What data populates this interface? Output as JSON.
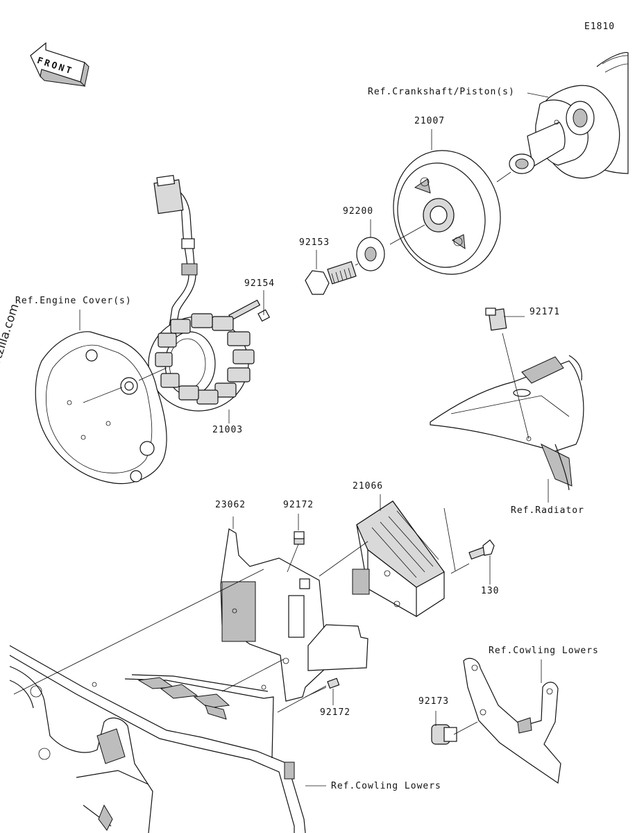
{
  "diagram_code": "E1810",
  "front_label": "FRONT",
  "watermark": "© Partzilla.com",
  "labels": {
    "crankshaft": "Ref.Crankshaft/Piston(s)",
    "p21007": "21007",
    "p92200": "92200",
    "p92153": "92153",
    "p92154": "92154",
    "engine_cover": "Ref.Engine Cover(s)",
    "p21003": "21003",
    "p92171": "92171",
    "radiator": "Ref.Radiator",
    "p23062": "23062",
    "p92172_top": "92172",
    "p21066": "21066",
    "p130": "130",
    "cowling_right": "Ref.Cowling Lowers",
    "p92173": "92173",
    "p92172_bottom": "92172",
    "cowling_bottom": "Ref.Cowling Lowers"
  }
}
